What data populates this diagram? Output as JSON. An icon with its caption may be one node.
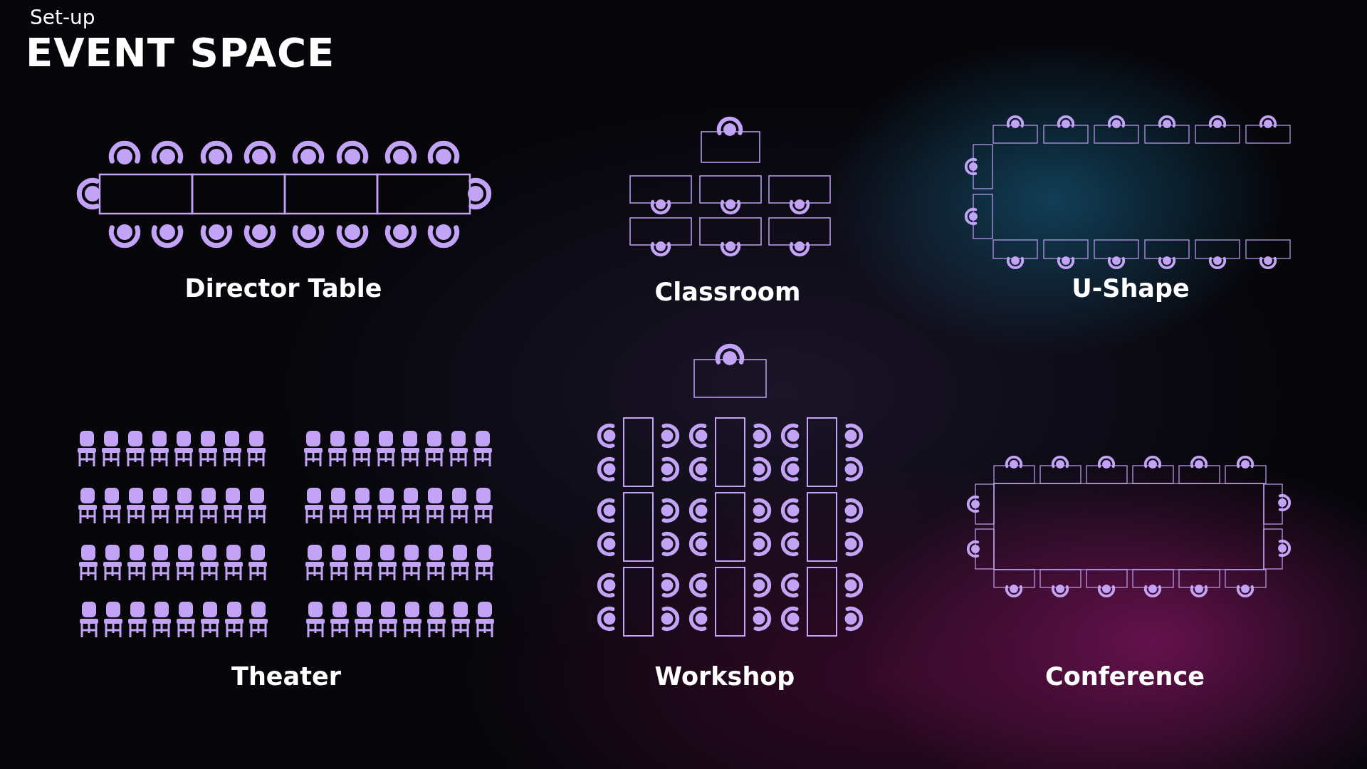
{
  "diagram": {
    "title": "EVENT SPACE",
    "labels": [
      "Set-up",
      "Director Table",
      "Classroom",
      "U-Shape",
      "Theater",
      "Workshop",
      "Conference"
    ]
  }
}
